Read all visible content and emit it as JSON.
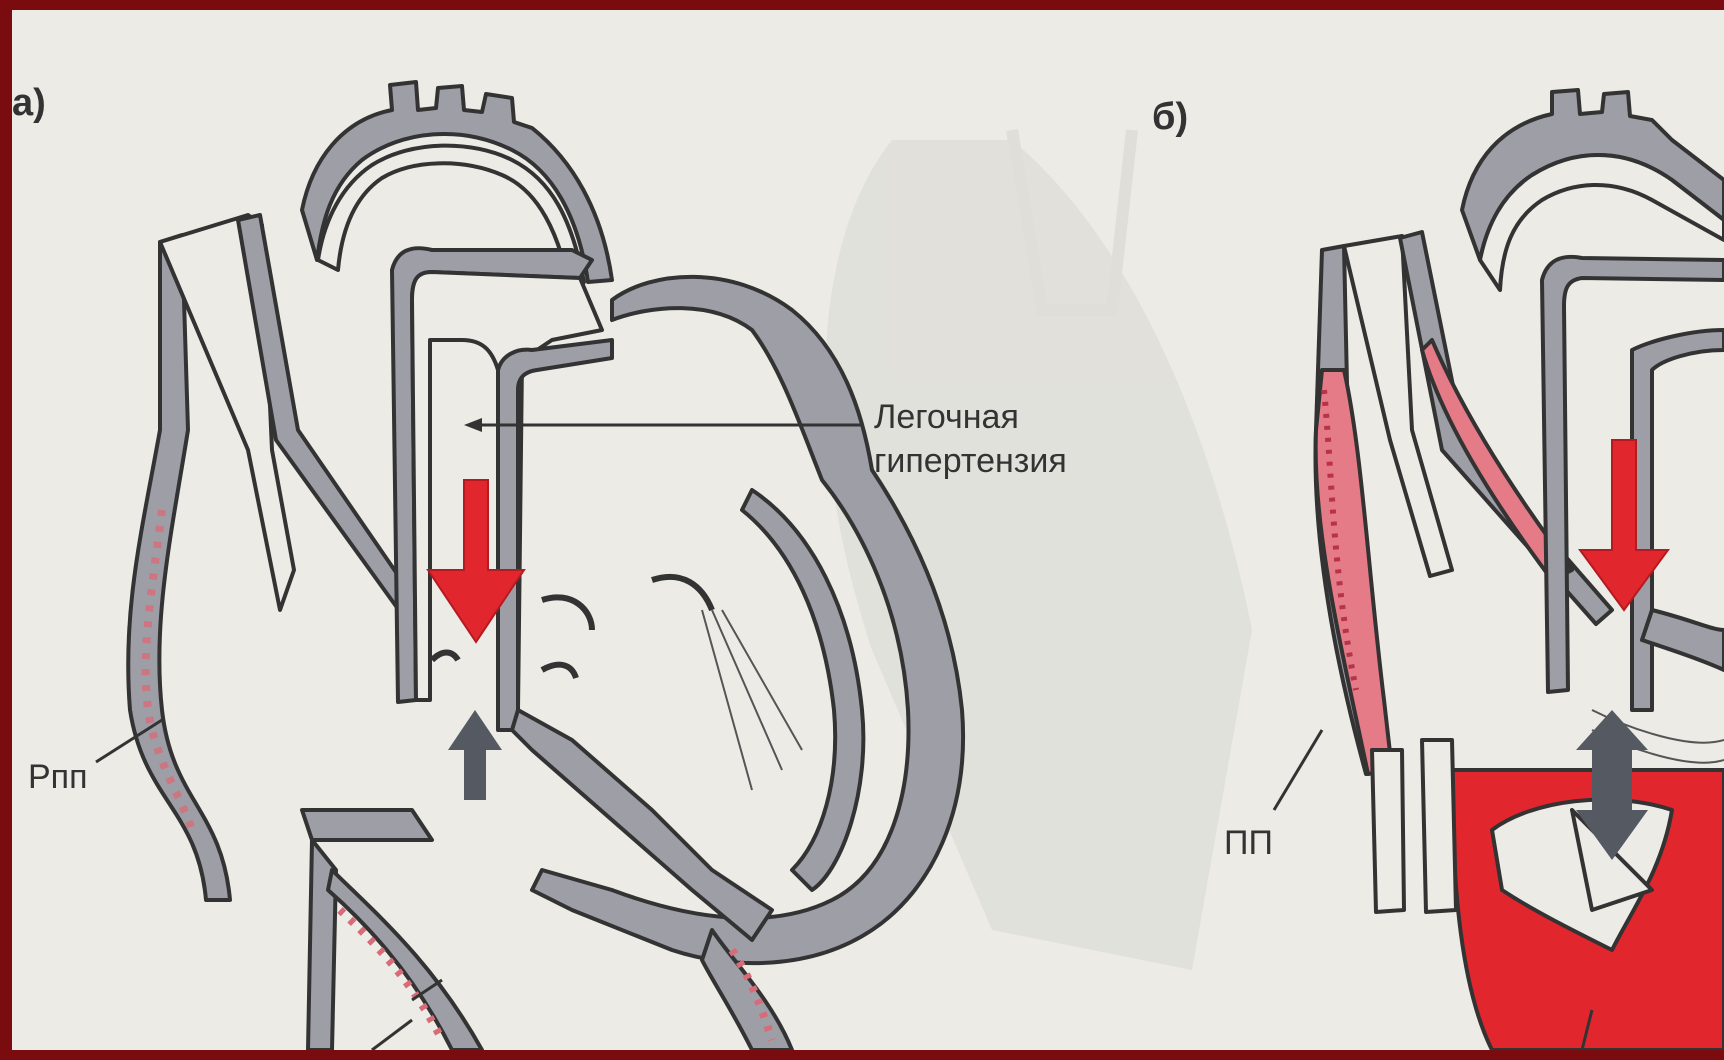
{
  "labels": {
    "panel_a": "а)",
    "panel_b": "б)",
    "pulmonary_hypertension_line1": "Легочная",
    "pulmonary_hypertension_line2": "гипертензия",
    "rpp": "Pпп",
    "pp": "ПП"
  },
  "colors": {
    "background": "#ecebe6",
    "frame": "#7a0c10",
    "wall_gray": "#9a9aa2",
    "outline": "#333333",
    "accent_red": "#e2262d",
    "blood_pink": "#e47b86",
    "ghost": "#d7d6d1"
  },
  "icons": [
    "down-arrow-red",
    "up-arrow-gray",
    "double-arrow-gray"
  ]
}
